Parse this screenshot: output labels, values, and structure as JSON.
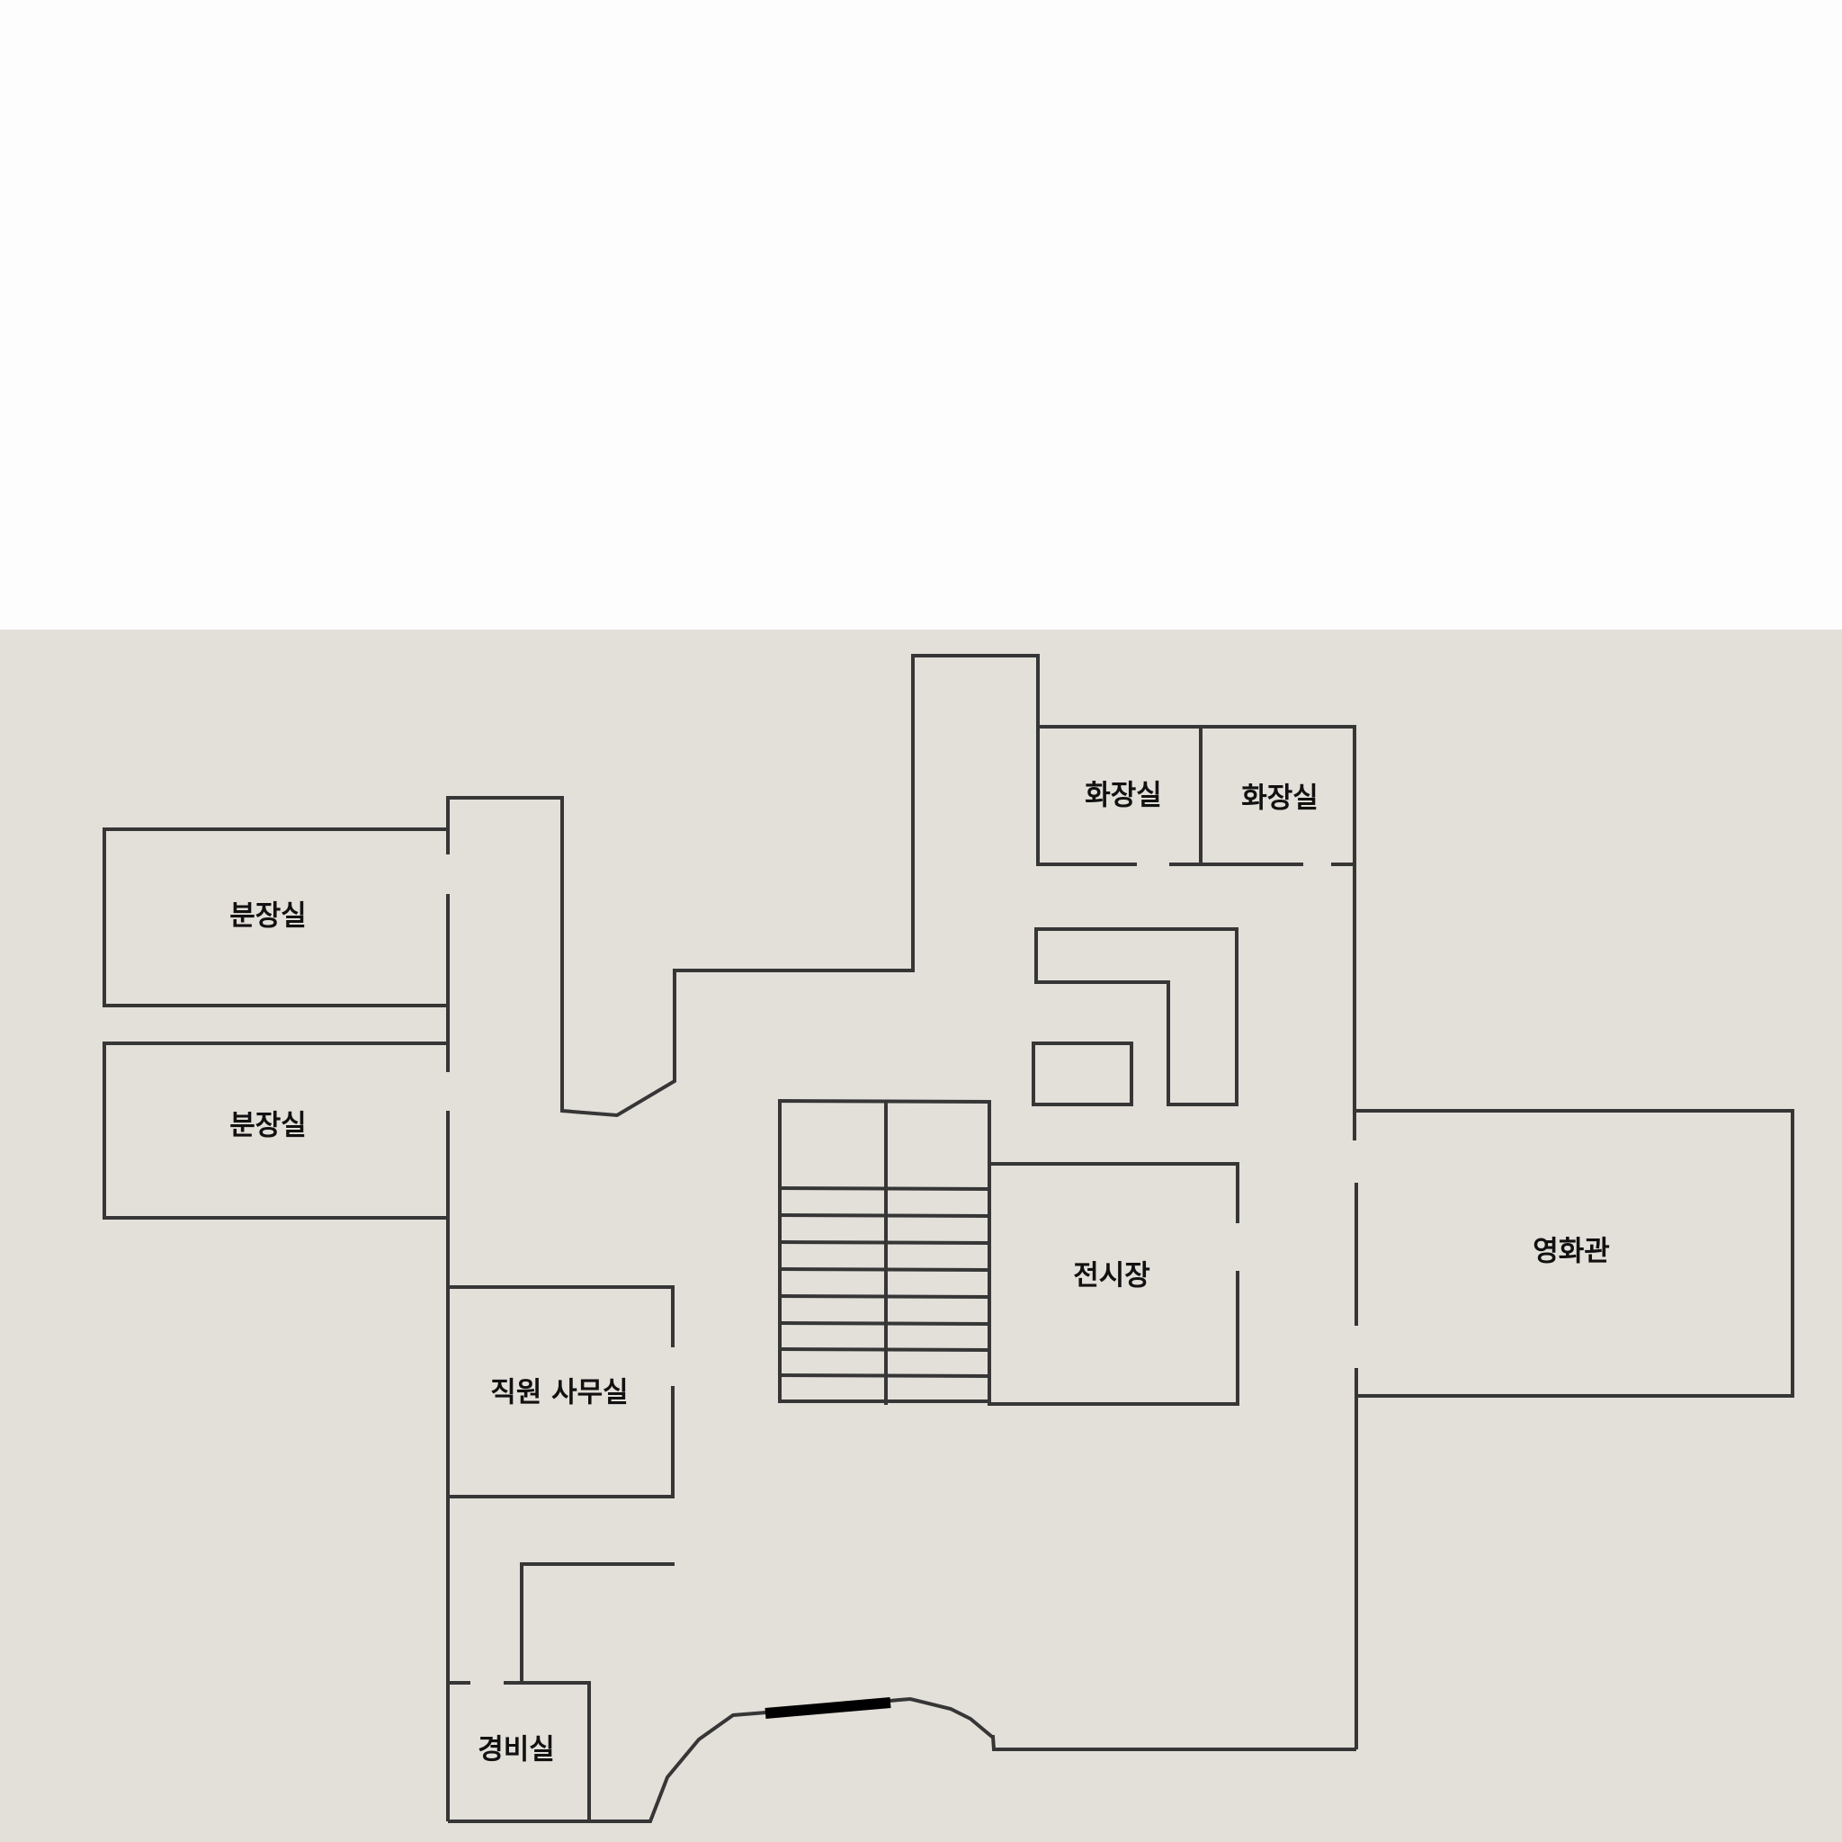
{
  "floor_plan": {
    "rooms": {
      "powder_room_upper": "분장실",
      "powder_room_lower": "분장실",
      "restroom_left": "화장실",
      "restroom_right": "화장실",
      "exhibition_hall": "전시장",
      "cinema": "영화관",
      "staff_office": "직원 사무실",
      "security_office": "경비실"
    },
    "colors": {
      "page_background": "#fdfdfd",
      "floor_background": "#e3dfd9",
      "wall": "#363636",
      "entrance_door": "#000000",
      "label_text": "#111111"
    }
  }
}
